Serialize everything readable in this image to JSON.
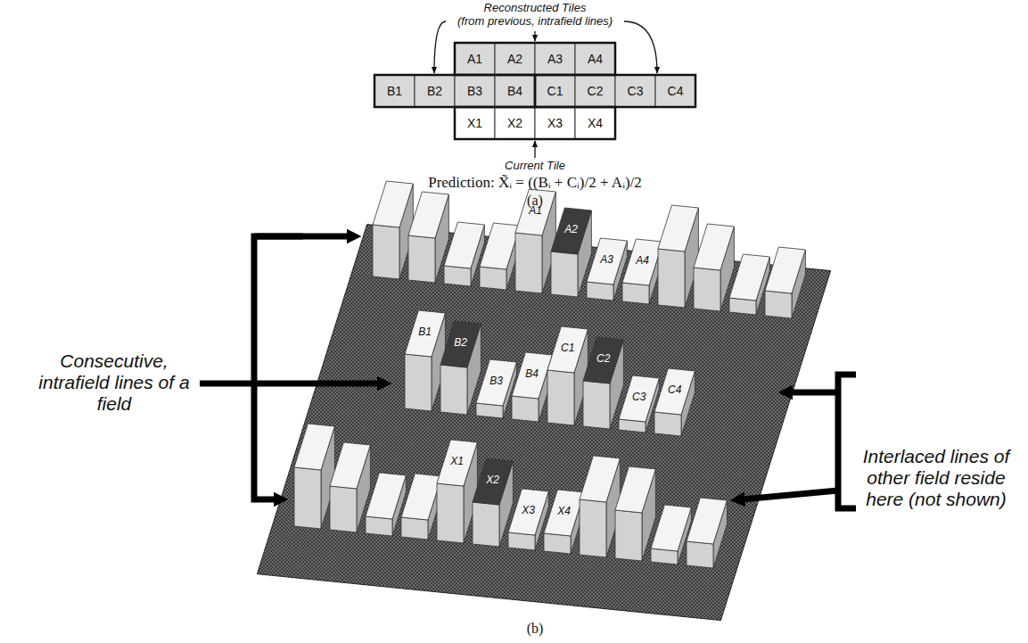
{
  "diagram": {
    "nodes": [
      {
        "text": [
          "A1"
        ]
      },
      {
        "text": [
          "A2"
        ]
      },
      {
        "text": [
          "A3"
        ]
      },
      {
        "text": [
          "A4"
        ]
      },
      {
        "text": [
          "B1"
        ]
      },
      {
        "text": [
          "B2"
        ]
      },
      {
        "text": [
          "B3"
        ]
      },
      {
        "text": [
          "B4"
        ]
      },
      {
        "text": [
          "C1"
        ]
      },
      {
        "text": [
          "C2"
        ]
      },
      {
        "text": [
          "C3"
        ]
      },
      {
        "text": [
          "C4"
        ]
      },
      {
        "text": [
          "X1"
        ]
      },
      {
        "text": [
          "X2"
        ]
      },
      {
        "text": [
          "X3"
        ]
      },
      {
        "text": [
          "X4"
        ]
      }
    ],
    "labels": [
      "Reconstructed Tiles",
      "(from previous, intrafield lines)",
      "Current Tile",
      "Prediction: X̃ᵢ = ((Bᵢ + Cᵢ)/2 + Aᵢ)/2",
      "(a)",
      "A1",
      "A2",
      "A3",
      "A4",
      "B1",
      "B2",
      "B3",
      "B4",
      "C1",
      "C2",
      "C3",
      "C4",
      "X1",
      "X2",
      "X3",
      "X4",
      "Consecutive, intrafield lines of a field",
      "Interlaced lines of other field reside here (not shown)",
      "(b)"
    ]
  }
}
